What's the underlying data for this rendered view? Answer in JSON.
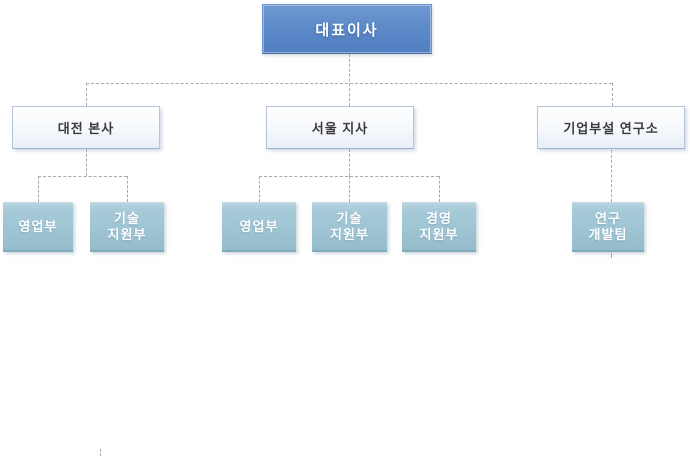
{
  "org_chart": {
    "type": "org-tree",
    "root": {
      "label": "대표이사"
    },
    "branches": [
      {
        "label": "대전 본사",
        "children": [
          "영업부",
          "기술\n지원부"
        ]
      },
      {
        "label": "서울 지사",
        "children": [
          "영업부",
          "기술\n지원부",
          "경영\n지원부"
        ]
      },
      {
        "label": "기업부설 연구소",
        "children": [
          "연구\n개발팀"
        ]
      }
    ]
  },
  "colors": {
    "background": "#ffffff",
    "root_fill": "#5d8ac8",
    "root_border": "#6d95cc",
    "branch_fill": "#f1f5fa",
    "branch_border": "#b7c3da",
    "branch_text": "#3b3b3b",
    "leaf_fill": "#9cc2d2",
    "leaf_border_bottom": "#7fa9bc",
    "leaf_text": "#ffffff",
    "connector": "#a9a9a9"
  }
}
